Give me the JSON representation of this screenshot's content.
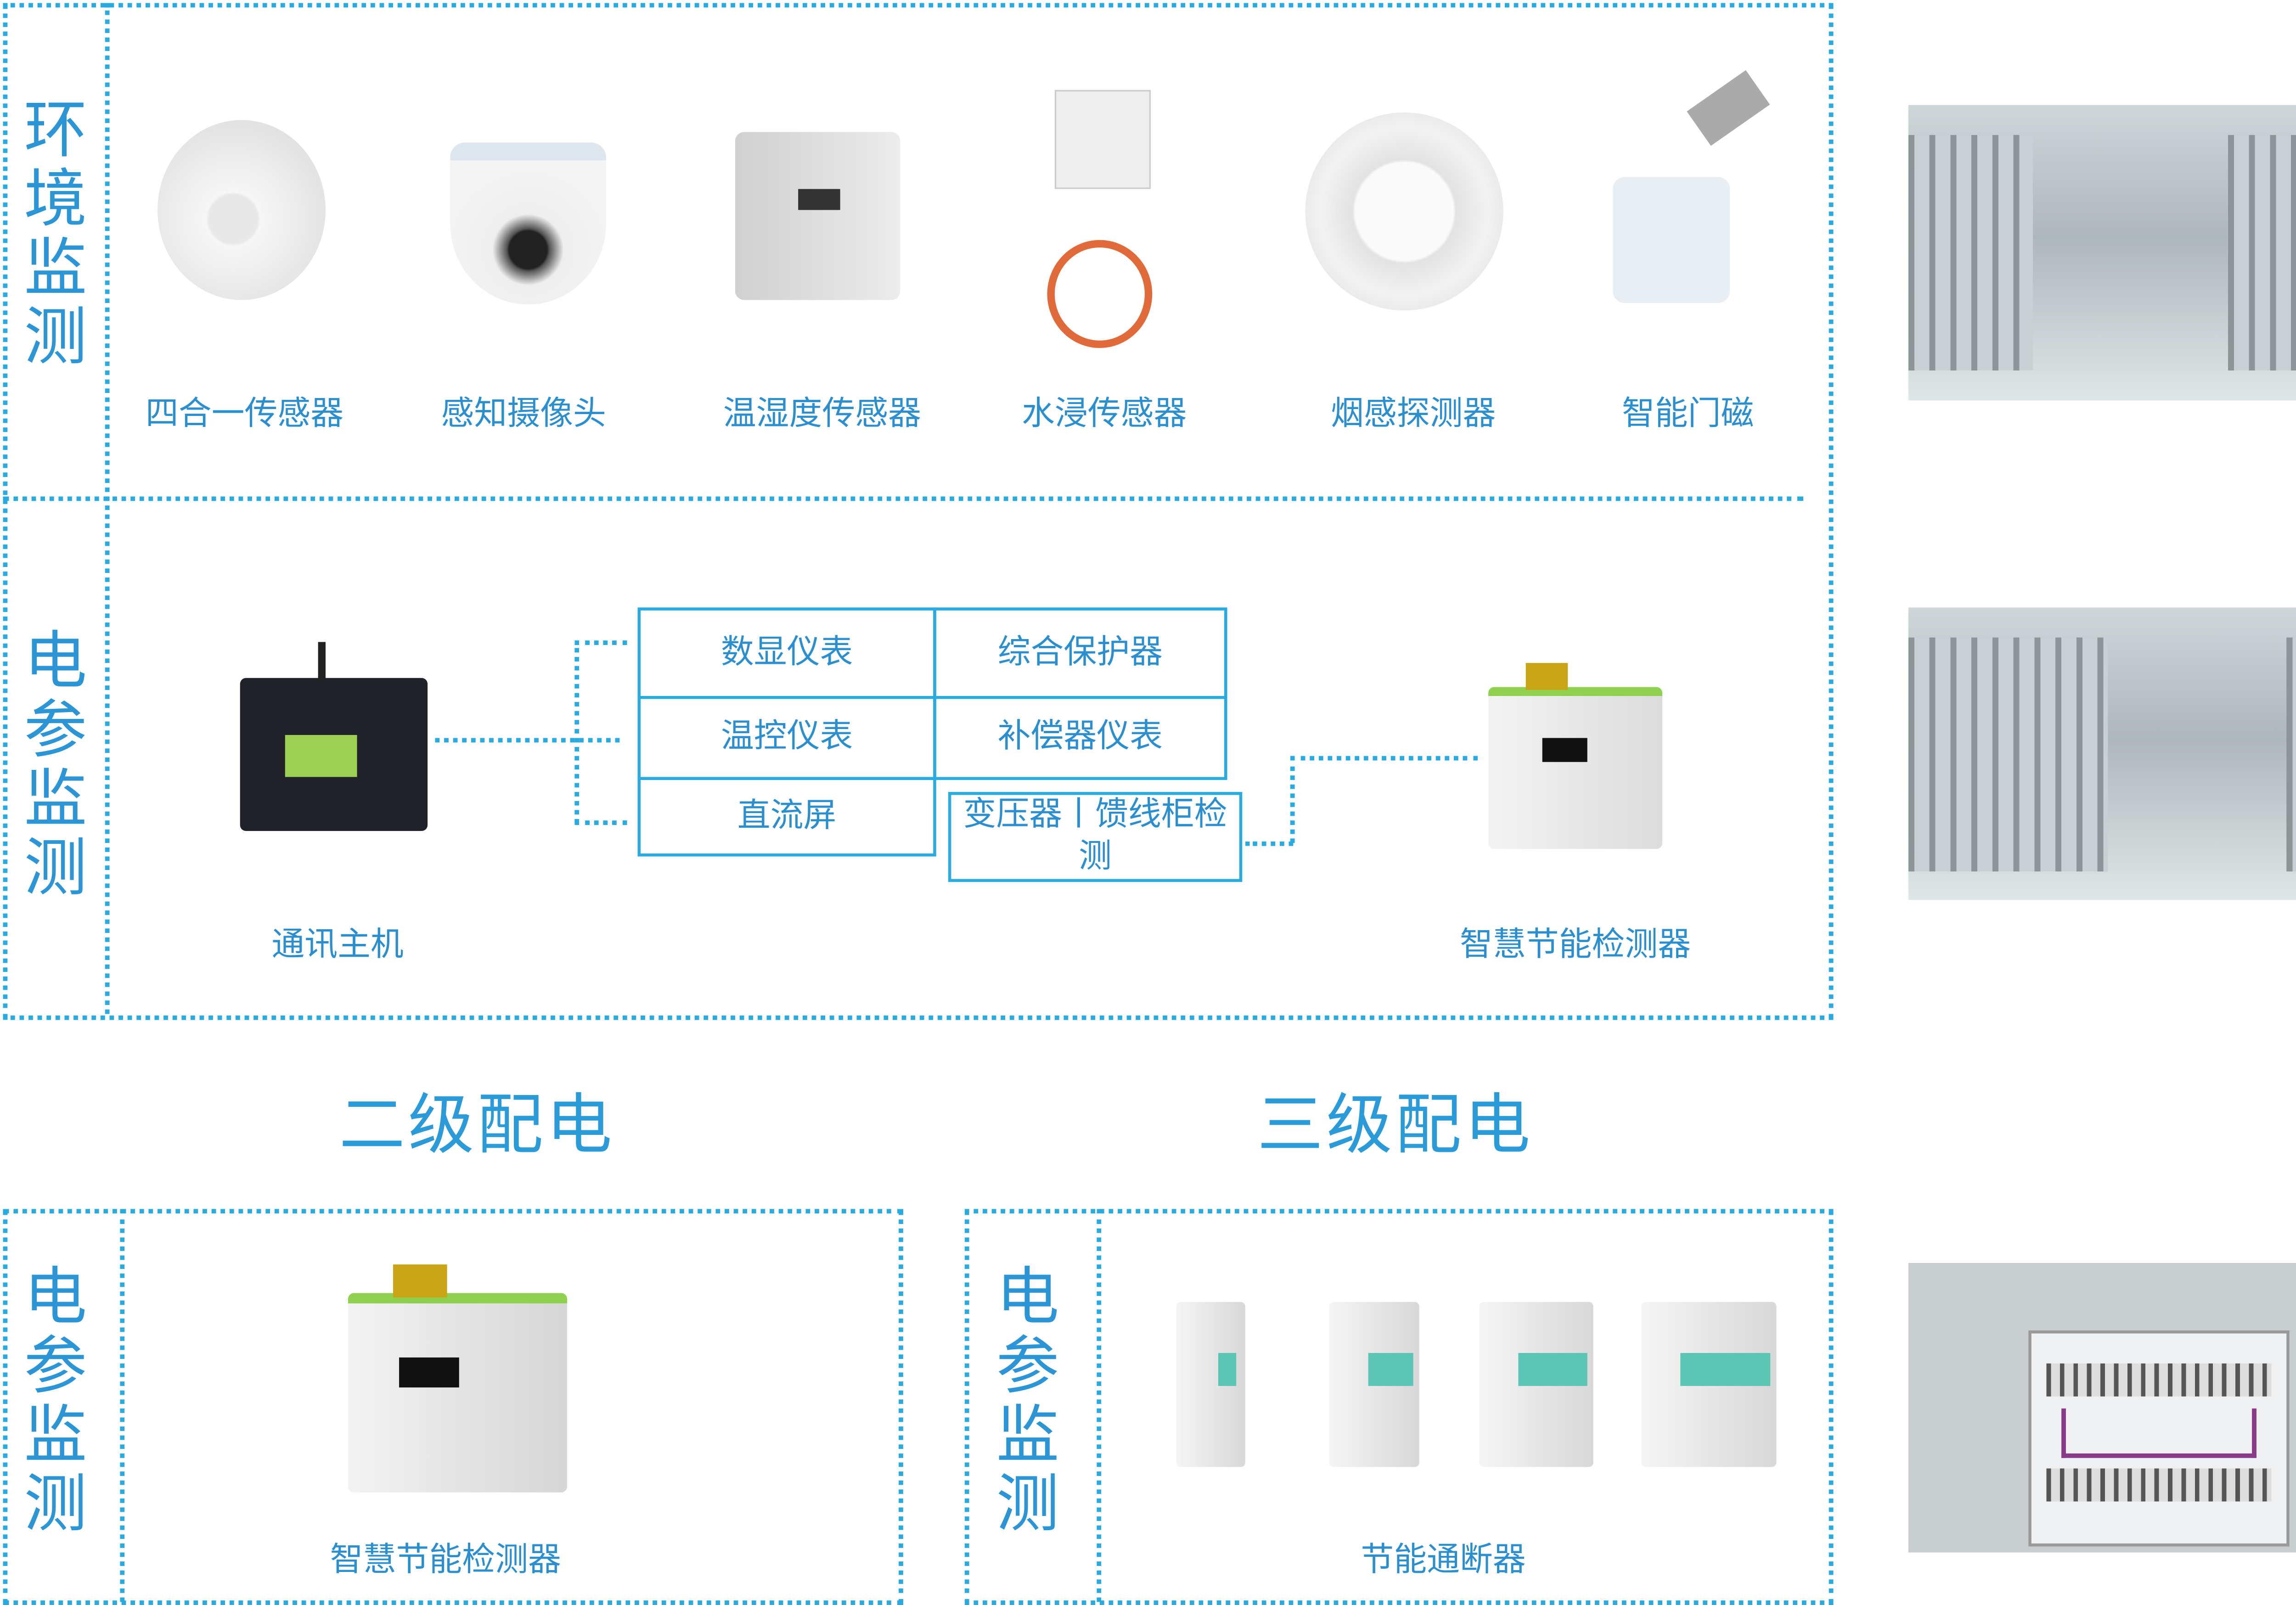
{
  "env_section": {
    "label": "环境监测",
    "devices": [
      "四合一传感器",
      "感知摄像头",
      "温湿度传感器",
      "水浸传感器",
      "烟感探测器",
      "智能门磁"
    ]
  },
  "elec_section": {
    "label": "电参监测",
    "host_label": "通讯主机",
    "table": [
      "数显仪表",
      "综合保护器",
      "温控仪表",
      "补偿器仪表",
      "直流屏"
    ],
    "transformer_box": "变压器丨馈线柜检测",
    "detector_label": "智慧节能检测器"
  },
  "headings": {
    "level2": "二级配电",
    "level3": "三级配电"
  },
  "level2_section": {
    "label": "电参监测",
    "device_label": "智慧节能检测器"
  },
  "level3_section": {
    "label": "电参监测",
    "device_label": "节能通断器"
  },
  "colors": {
    "accent": "#29abe2",
    "text": "#2b8fcf"
  }
}
